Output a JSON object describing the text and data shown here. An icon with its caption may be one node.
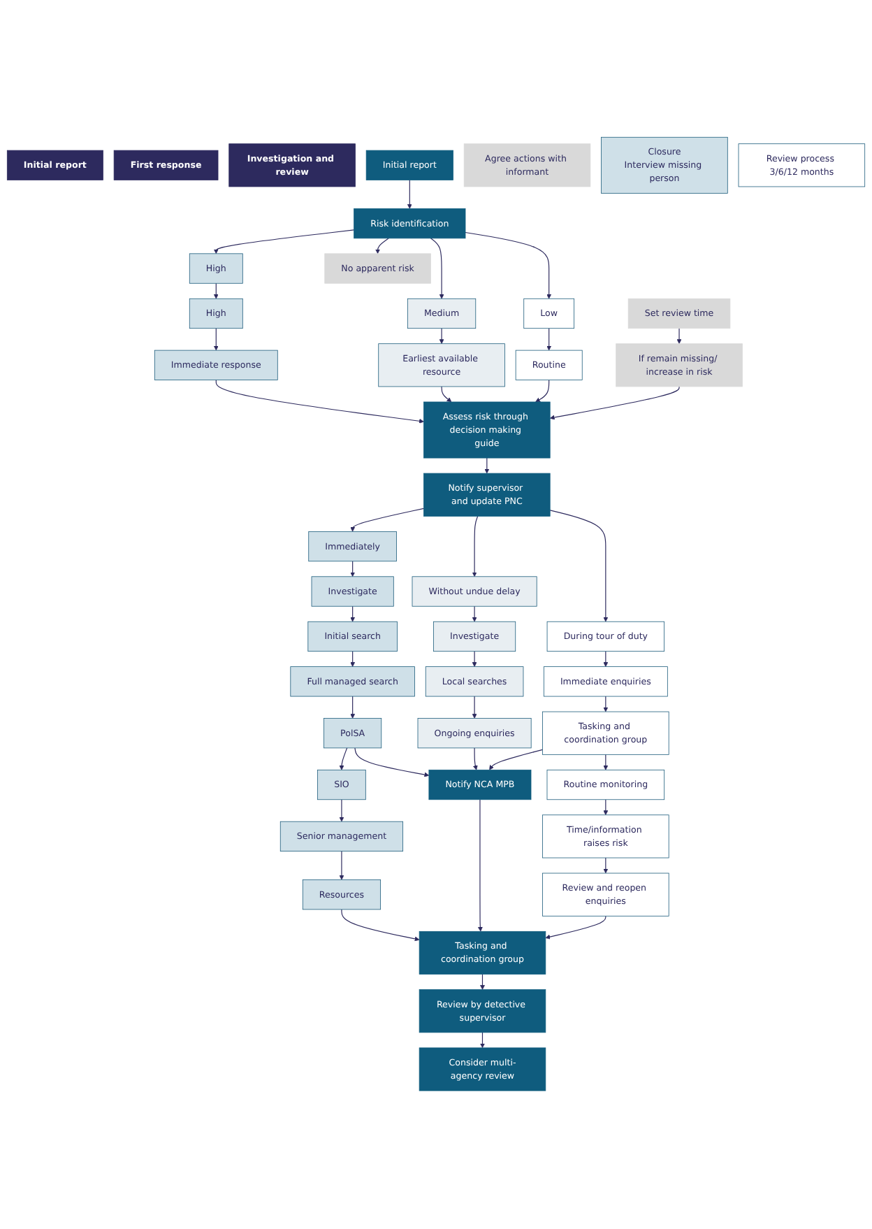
{
  "diagram": {
    "nodes": [
      {
        "text": [
          "Initial report"
        ]
      },
      {
        "text": [
          "First response"
        ]
      },
      {
        "text": [
          "Investigation and review"
        ]
      },
      {
        "text": [
          "Initial report"
        ]
      },
      {
        "text": [
          "Risk identification"
        ]
      },
      {
        "text": [
          "High"
        ]
      },
      {
        "text": [
          "Medium"
        ]
      },
      {
        "text": [
          "Low"
        ]
      },
      {
        "text": [
          "No apparent risk"
        ]
      },
      {
        "text": [
          "Agree actions with informant"
        ]
      },
      {
        "text": [
          "Set review time"
        ]
      },
      {
        "text": [
          "High"
        ]
      },
      {
        "text": [
          "Immediate response"
        ]
      },
      {
        "text": [
          "Earliest available resource"
        ]
      },
      {
        "text": [
          "Routine"
        ]
      },
      {
        "text": [
          "If remain missing/ increase in risk"
        ]
      },
      {
        "text": [
          "Assess risk through decision making guide"
        ]
      },
      {
        "text": [
          "Notify supervisor and update PNC"
        ]
      },
      {
        "text": [
          "Immediately"
        ]
      },
      {
        "text": [
          "Without undue delay"
        ]
      },
      {
        "text": [
          "During tour of duty"
        ]
      },
      {
        "text": [
          "Investigate"
        ]
      },
      {
        "text": [
          "Investigate"
        ]
      },
      {
        "text": [
          "Initial search"
        ]
      },
      {
        "text": [
          "Local searches"
        ]
      },
      {
        "text": [
          "Immediate enquiries"
        ]
      },
      {
        "text": [
          "Full managed search"
        ]
      },
      {
        "text": [
          "Ongoing enquiries"
        ]
      },
      {
        "text": [
          "Tasking and coordination group"
        ]
      },
      {
        "text": [
          "PolSA"
        ]
      },
      {
        "text": [
          "Notify NCA MPB"
        ]
      },
      {
        "text": [
          "Routine monitoring"
        ]
      },
      {
        "text": [
          "SIO"
        ]
      },
      {
        "text": [
          "Time/information raises risk"
        ]
      },
      {
        "text": [
          "Senior management"
        ]
      },
      {
        "text": [
          "Review and reopen enquiries"
        ]
      },
      {
        "text": [
          "Resources"
        ]
      },
      {
        "text": [
          "Tasking and coordination group"
        ]
      },
      {
        "text": [
          "Review by detective supervisor"
        ]
      },
      {
        "text": [
          "Consider multi-agency review"
        ]
      },
      {
        "text": [
          "Closure",
          "Interview missing person"
        ]
      },
      {
        "text": [
          "Review process 3/6/12 months"
        ]
      }
    ],
    "edges": [
      {
        "from": 3,
        "to": 4,
        "arrow": "to"
      },
      {
        "from": 4,
        "to": 5,
        "arrow": "to"
      },
      {
        "from": 4,
        "to": 6,
        "arrow": "to"
      },
      {
        "from": 4,
        "to": 7,
        "arrow": "to"
      },
      {
        "from": 4,
        "to": 8,
        "arrow": "to"
      },
      {
        "from": 5,
        "to": 11,
        "arrow": "to"
      },
      {
        "from": 11,
        "to": 12,
        "arrow": "to"
      },
      {
        "from": 6,
        "to": 13,
        "arrow": "to"
      },
      {
        "from": 7,
        "to": 14,
        "arrow": "to"
      },
      {
        "from": 10,
        "to": 15,
        "arrow": "to"
      },
      {
        "from": 12,
        "to": 16,
        "arrow": "to"
      },
      {
        "from": 13,
        "to": 16,
        "arrow": "to"
      },
      {
        "from": 14,
        "to": 16,
        "arrow": "to"
      },
      {
        "from": 15,
        "to": 16,
        "arrow": "to"
      },
      {
        "from": 16,
        "to": 17,
        "arrow": "to"
      },
      {
        "from": 17,
        "to": 18,
        "arrow": "to"
      },
      {
        "from": 17,
        "to": 19,
        "arrow": "to"
      },
      {
        "from": 17,
        "to": 20,
        "arrow": "to"
      },
      {
        "from": 18,
        "to": 21,
        "arrow": "to"
      },
      {
        "from": 21,
        "to": 23,
        "arrow": "to"
      },
      {
        "from": 23,
        "to": 26,
        "arrow": "to"
      },
      {
        "from": 19,
        "to": 22,
        "arrow": "to"
      },
      {
        "from": 22,
        "to": 24,
        "arrow": "to"
      },
      {
        "from": 24,
        "to": 27,
        "arrow": "to"
      },
      {
        "from": 20,
        "to": 25,
        "arrow": "to"
      },
      {
        "from": 25,
        "to": 28,
        "arrow": "to"
      },
      {
        "from": 26,
        "to": 29,
        "arrow": "to"
      },
      {
        "from": 29,
        "to": 32,
        "arrow": "to"
      },
      {
        "from": 32,
        "to": 34,
        "arrow": "to"
      },
      {
        "from": 34,
        "to": 36,
        "arrow": "to"
      },
      {
        "from": 29,
        "to": 30,
        "arrow": "to"
      },
      {
        "from": 27,
        "to": 30,
        "arrow": "to"
      },
      {
        "from": 28,
        "to": 30,
        "arrow": "to"
      },
      {
        "from": 28,
        "to": 31,
        "arrow": "to"
      },
      {
        "from": 31,
        "to": 33,
        "arrow": "to"
      },
      {
        "from": 33,
        "to": 35,
        "arrow": "to"
      },
      {
        "from": 36,
        "to": 37,
        "arrow": "to"
      },
      {
        "from": 30,
        "to": 37,
        "arrow": "to"
      },
      {
        "from": 35,
        "to": 37,
        "arrow": "to"
      },
      {
        "from": 37,
        "to": 38,
        "arrow": "to"
      },
      {
        "from": 38,
        "to": 39,
        "arrow": "to"
      }
    ]
  }
}
